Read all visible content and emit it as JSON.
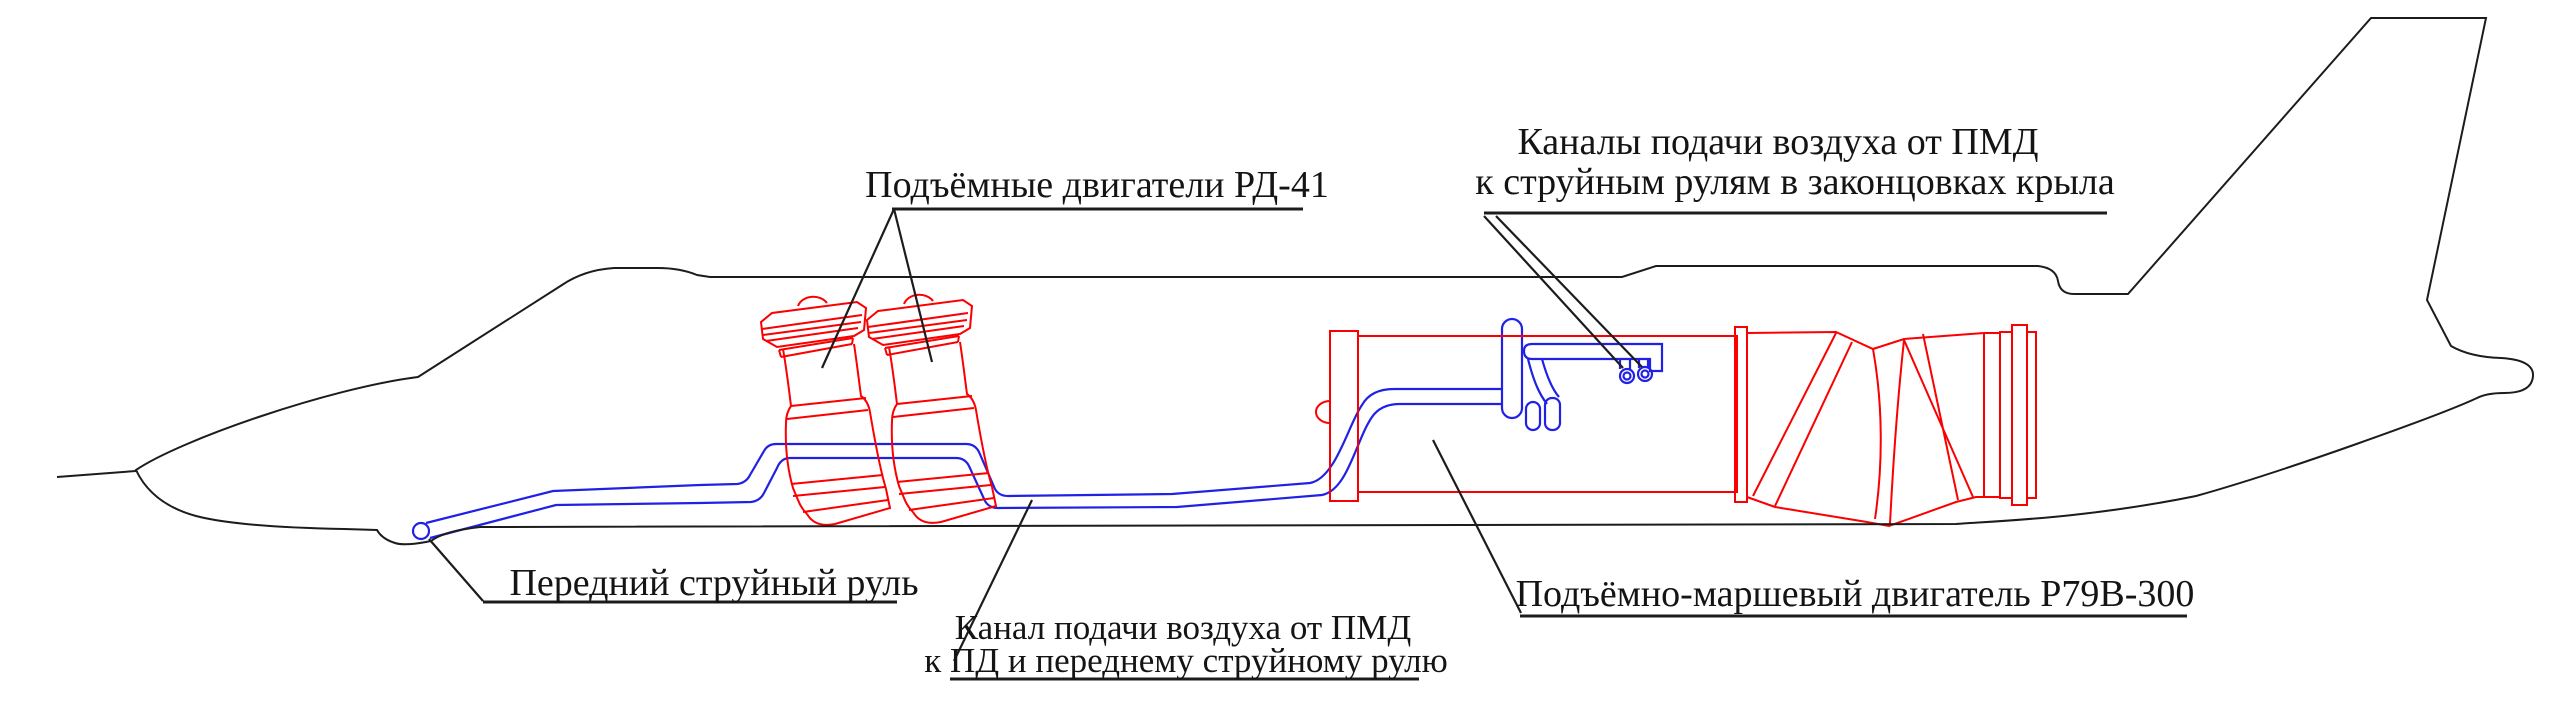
{
  "colors": {
    "outline_black": "#1c1c1c",
    "engine_red": "#fa0000",
    "duct_blue": "#2121e6",
    "label_text": "#141414"
  },
  "labels": {
    "lift_engines": {
      "text": "Подъёмные двигатели РД-41"
    },
    "wingtip_channels": {
      "line1": "Каналы подачи воздуха от ПМД",
      "line2": "к струйным рулям в законцовках крыла"
    },
    "front_jet_vane": {
      "text": "Передний струйный руль"
    },
    "feed_channel": {
      "line1": "Канал подачи воздуха от ПМД",
      "line2": "к ПД и переднему струйному рулю"
    },
    "lift_cruise_engine": {
      "text": "Подъёмно-маршевый двигатель Р79В-300"
    }
  },
  "diagram": {
    "parts": [
      {
        "id": "fuselage-outline",
        "color_key": "outline_black"
      },
      {
        "id": "lift-engines-rd41",
        "count": 2,
        "color_key": "engine_red"
      },
      {
        "id": "lift-cruise-engine-r79v300",
        "color_key": "engine_red"
      },
      {
        "id": "air-duct-system",
        "color_key": "duct_blue"
      },
      {
        "id": "front-jet-vane",
        "color_key": "duct_blue"
      },
      {
        "id": "wingtip-bleed-ports",
        "count": 2,
        "color_key": "duct_blue"
      }
    ]
  }
}
